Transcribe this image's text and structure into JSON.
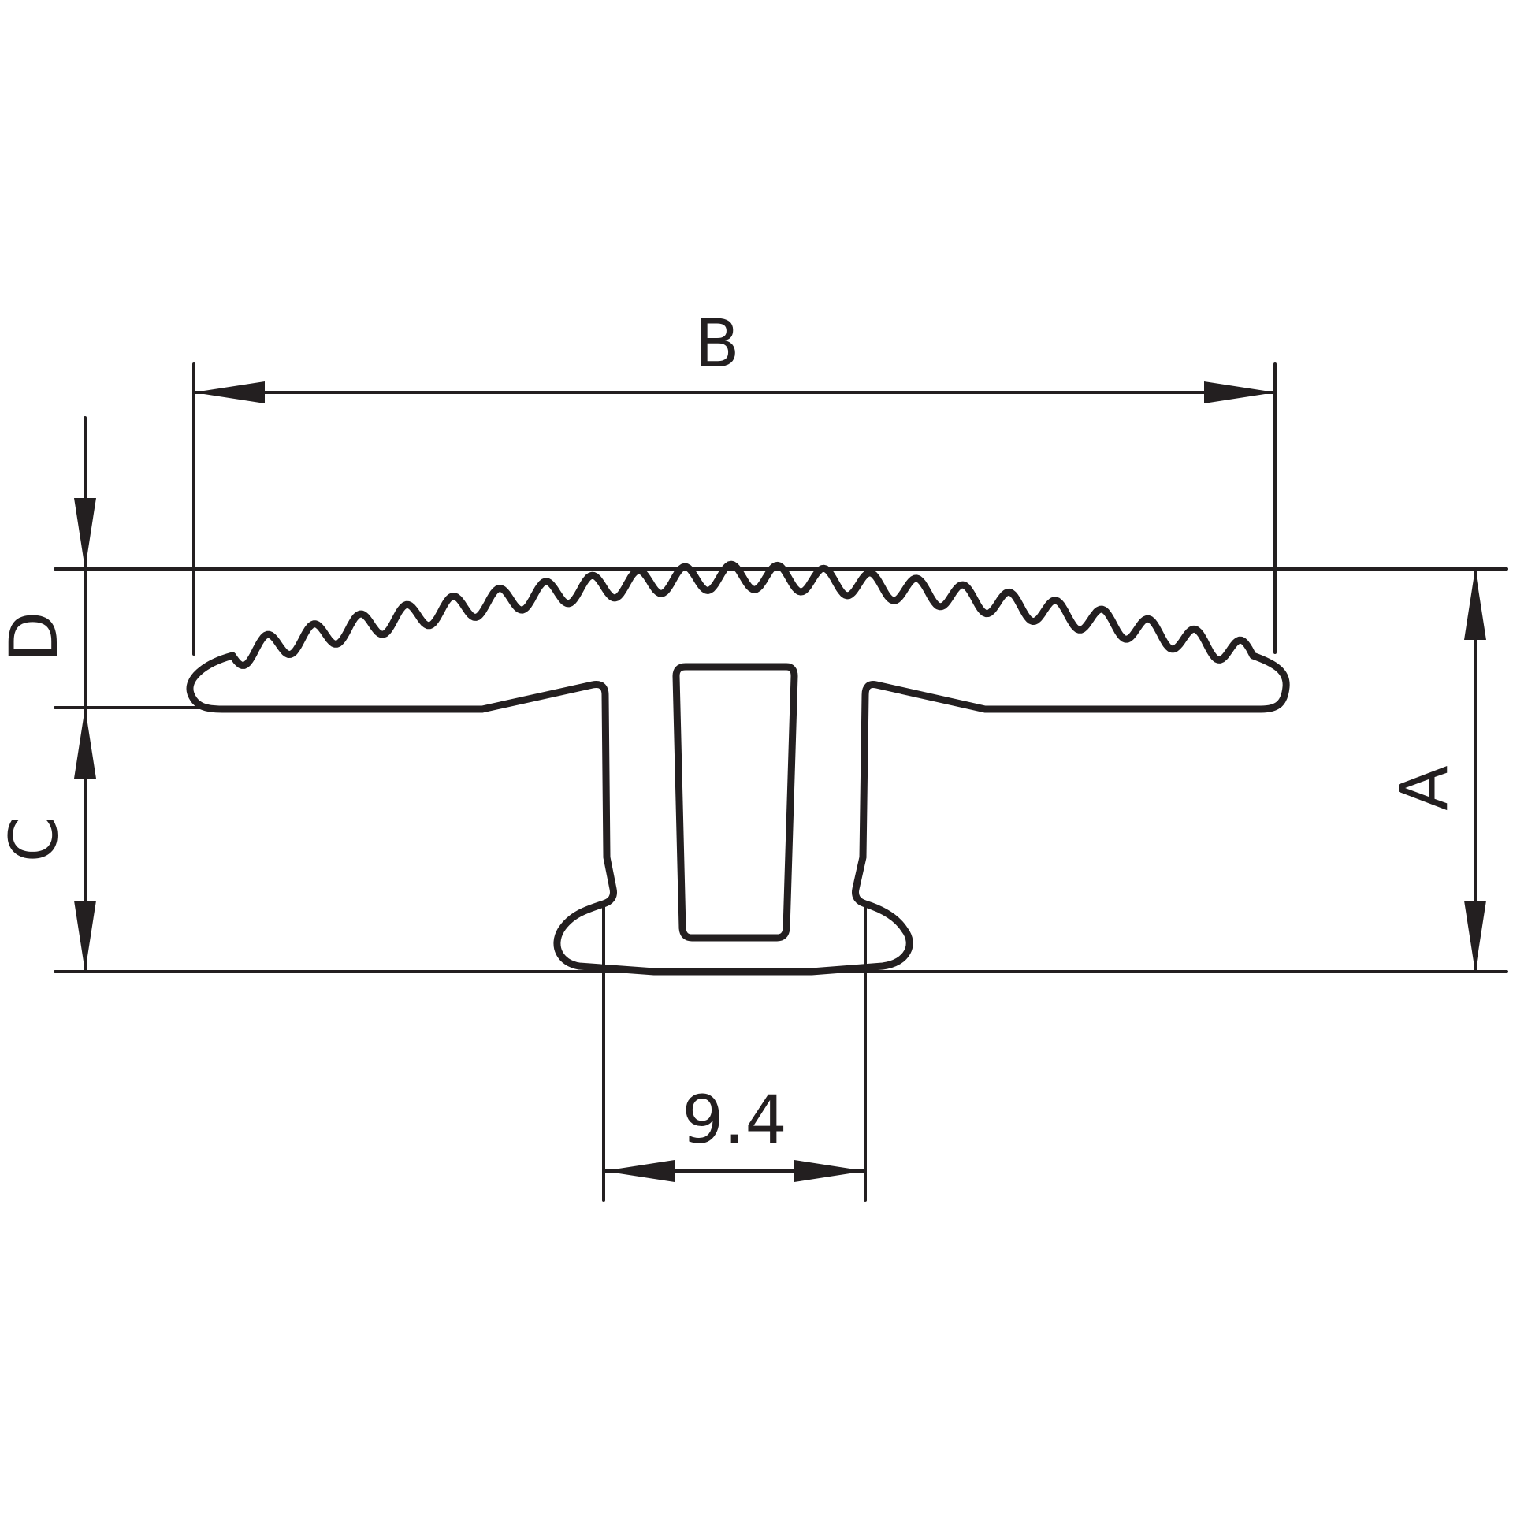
{
  "dimensions": {
    "overall_height": "A",
    "overall_width": "B",
    "stem_height": "C",
    "cap_thickness": "D",
    "stem_width": "9.4"
  },
  "colors": {
    "ink": "#231f20",
    "background": "#ffffff"
  }
}
